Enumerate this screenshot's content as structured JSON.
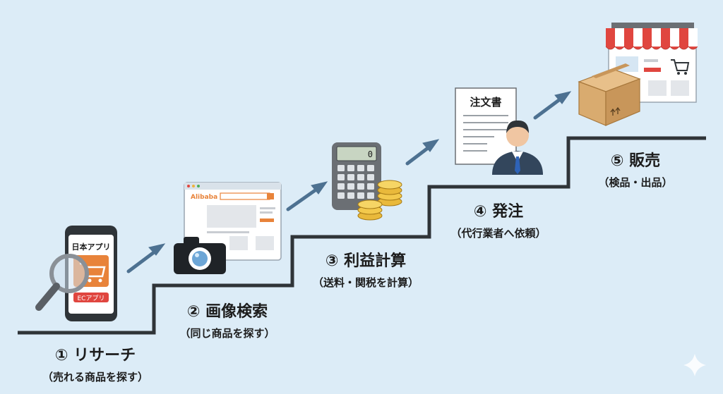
{
  "colors": {
    "background": "#dcecf7",
    "stair_line": "#2f3438",
    "arrow": "#4d7191",
    "accent_orange": "#e8833a",
    "awning_red": "#e0463f",
    "box_tan": "#d9ab6f"
  },
  "steps": [
    {
      "number": "①",
      "title": "リサーチ",
      "subtitle": "（売れる商品を探す）",
      "icon": "phone-magnifier-icon",
      "phone_label": "日本アプリ",
      "app_label": "ECアプリ"
    },
    {
      "number": "②",
      "title": "画像検索",
      "subtitle": "（同じ商品を探す）",
      "icon": "camera-browser-icon",
      "browser_brand": "Alibaba"
    },
    {
      "number": "③",
      "title": "利益計算",
      "subtitle": "（送料・関税を計算）",
      "icon": "calculator-coins-icon",
      "display_value": "0"
    },
    {
      "number": "④",
      "title": "発注",
      "subtitle": "（代行業者へ依頼）",
      "icon": "order-form-agent-icon",
      "document_title": "注文書"
    },
    {
      "number": "⑤",
      "title": "販売",
      "subtitle": "（検品・出品）",
      "icon": "shop-box-icon"
    }
  ]
}
